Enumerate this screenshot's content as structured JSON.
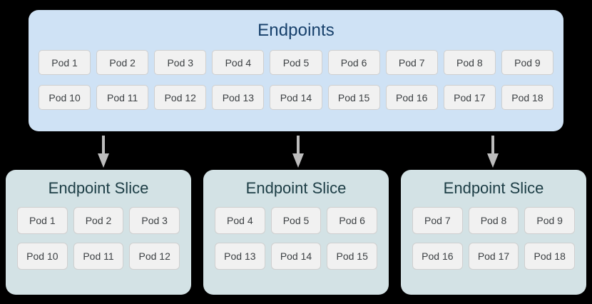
{
  "diagram": {
    "background_color": "#000000",
    "endpoints": {
      "title": "Endpoints",
      "title_color": "#17406b",
      "box_color": "#cfe2f5",
      "rows": [
        [
          "Pod 1",
          "Pod 2",
          "Pod 3",
          "Pod 4",
          "Pod 5",
          "Pod 6",
          "Pod 7",
          "Pod 8",
          "Pod 9"
        ],
        [
          "Pod 10",
          "Pod 11",
          "Pod 12",
          "Pod 13",
          "Pod 14",
          "Pod 15",
          "Pod 16",
          "Pod 17",
          "Pod 18"
        ]
      ]
    },
    "arrows": {
      "color": "#bdbdbd",
      "count": 3,
      "direction": "down"
    },
    "slices": [
      {
        "title": "Endpoint Slice",
        "rows": [
          [
            "Pod 1",
            "Pod 2",
            "Pod 3"
          ],
          [
            "Pod 10",
            "Pod 11",
            "Pod 12"
          ]
        ]
      },
      {
        "title": "Endpoint Slice",
        "rows": [
          [
            "Pod 4",
            "Pod 5",
            "Pod 6"
          ],
          [
            "Pod 13",
            "Pod 14",
            "Pod 15"
          ]
        ]
      },
      {
        "title": "Endpoint Slice",
        "rows": [
          [
            "Pod 7",
            "Pod 8",
            "Pod 9"
          ],
          [
            "Pod 16",
            "Pod 17",
            "Pod 18"
          ]
        ]
      }
    ],
    "slice_style": {
      "box_color": "#d3e2e5",
      "title_color": "#1c3d45",
      "pod_color": "#f1f1f1",
      "pod_border_color": "#cfcfcf",
      "pod_text_color": "#3c4043"
    }
  }
}
